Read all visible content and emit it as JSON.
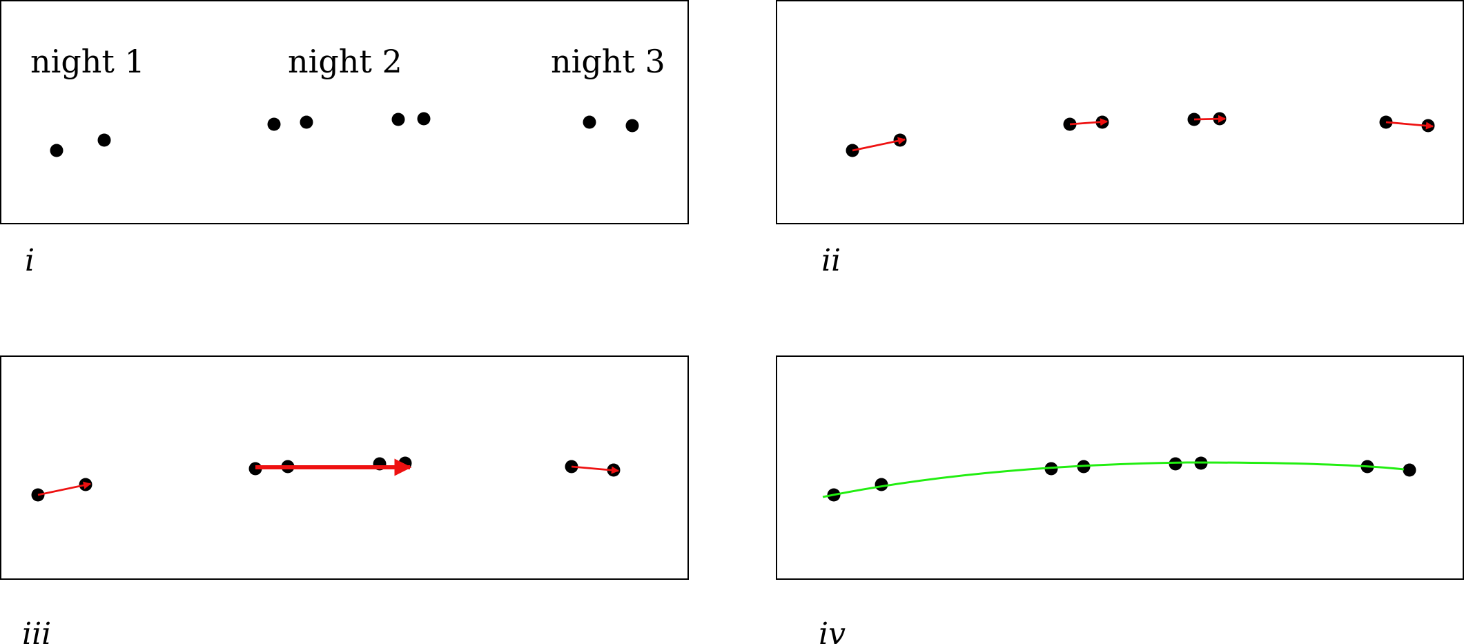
{
  "panel_labels": [
    "i",
    "ii",
    "iii",
    "iv"
  ],
  "night_labels": [
    "night 1",
    "night 2",
    "night 3"
  ],
  "colors": {
    "frame": "#000000",
    "dot": "#000000",
    "arrow": "#ee1111",
    "fit_curve": "#22ee11"
  }
}
